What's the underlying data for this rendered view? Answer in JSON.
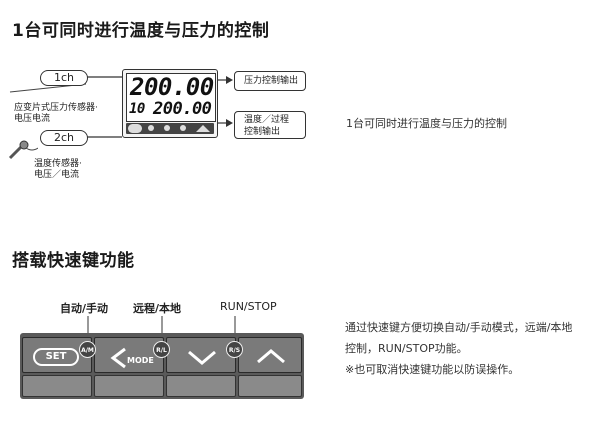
{
  "section1": {
    "title": "1台可同时进行温度与压力的控制",
    "description": "1台可同时进行温度与压力的控制",
    "diagram": {
      "ch1": {
        "label": "1ch",
        "sensor_line1": "应变片式压力传感器·",
        "sensor_line2": "电压电流"
      },
      "ch2": {
        "label": "2ch",
        "sensor_line1": "温度传感器·",
        "sensor_line2": "电压／电流"
      },
      "display": {
        "pv": "200.00",
        "sv_index": "10",
        "sv": "200.00"
      },
      "outputs": [
        {
          "lines": [
            "压力控制输出"
          ]
        },
        {
          "lines": [
            "温度／过程",
            "控制输出"
          ]
        }
      ]
    }
  },
  "section2": {
    "title": "搭载快速键功能",
    "description_lines": [
      "通过快速键方便切换自动/手动模式，远端/本地",
      "控制，RUN/STOP功能。",
      "※也可取消快速键功能以防误操作。"
    ],
    "key_labels": [
      "自动/手动",
      "远程/本地",
      "RUN/STOP"
    ],
    "keys": {
      "set": "SET",
      "am": "A/M",
      "mode": "MODE",
      "rl": "R/L",
      "rs": "R/S"
    }
  }
}
